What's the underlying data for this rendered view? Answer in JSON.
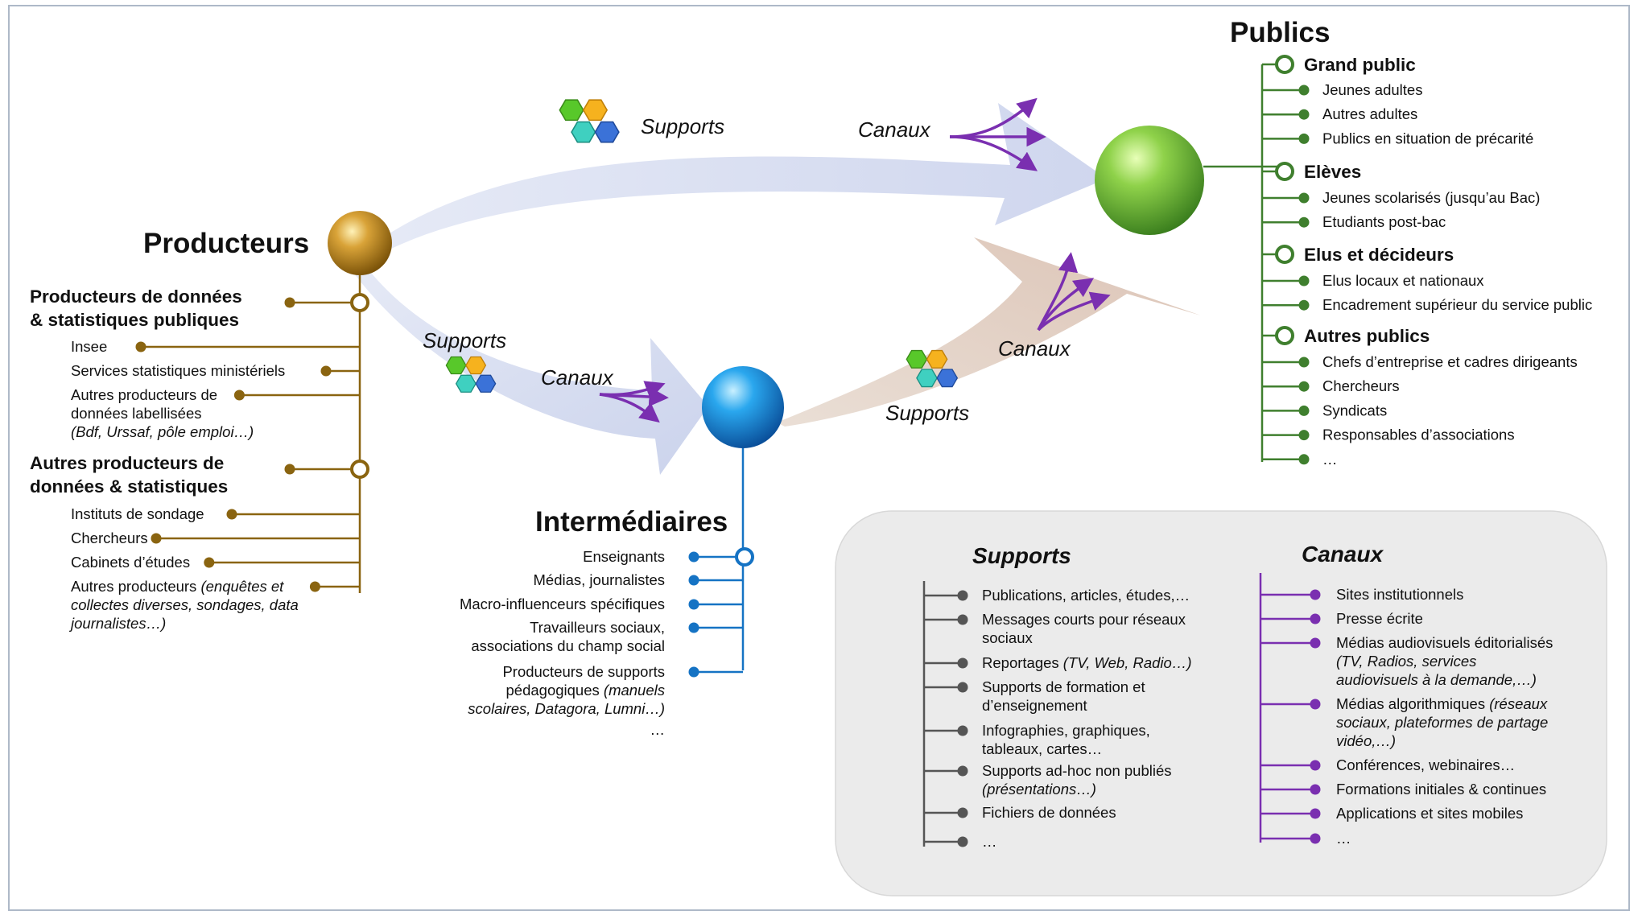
{
  "colors": {
    "producer": "#8a6410",
    "intermediary": "#1573c4",
    "public": "#3f7f2e",
    "canaux": "#7a2fb0",
    "supports_line": "#555555",
    "legend_bg": "#ebebeb",
    "arrow_blue": "#d9dff0",
    "arrow_beige": "#e6d6cc"
  },
  "producteurs": {
    "title": "Producteurs",
    "groups": [
      {
        "title_lines": [
          "Producteurs de données",
          "& statistiques publiques"
        ],
        "items": [
          {
            "lines": [
              [
                {
                  "t": "Insee",
                  "i": false
                }
              ]
            ]
          },
          {
            "lines": [
              [
                {
                  "t": "Services statistiques ministériels",
                  "i": false
                }
              ]
            ]
          },
          {
            "lines": [
              [
                {
                  "t": "Autres producteurs de",
                  "i": false
                }
              ],
              [
                {
                  "t": "données labellisées",
                  "i": false
                }
              ],
              [
                {
                  "t": "(Bdf, Urssaf, pôle emploi…)",
                  "i": true
                }
              ]
            ]
          }
        ]
      },
      {
        "title_lines": [
          "Autres producteurs de",
          "données & statistiques"
        ],
        "items": [
          {
            "lines": [
              [
                {
                  "t": "Instituts de sondage",
                  "i": false
                }
              ]
            ]
          },
          {
            "lines": [
              [
                {
                  "t": "Chercheurs",
                  "i": false
                }
              ]
            ]
          },
          {
            "lines": [
              [
                {
                  "t": "Cabinets d’études",
                  "i": false
                }
              ]
            ]
          },
          {
            "lines": [
              [
                {
                  "t": "Autres producteurs ",
                  "i": false
                },
                {
                  "t": "(enquêtes et",
                  "i": true
                }
              ],
              [
                {
                  "t": "collectes diverses, sondages, data",
                  "i": true
                }
              ],
              [
                {
                  "t": "journalistes…)",
                  "i": true
                }
              ]
            ]
          }
        ]
      }
    ]
  },
  "intermediaires": {
    "title": "Intermédiaires",
    "items": [
      {
        "lines": [
          [
            {
              "t": "Enseignants",
              "i": false
            }
          ]
        ]
      },
      {
        "lines": [
          [
            {
              "t": "Médias, journalistes",
              "i": false
            }
          ]
        ]
      },
      {
        "lines": [
          [
            {
              "t": "Macro-influenceurs spécifiques",
              "i": false
            }
          ]
        ]
      },
      {
        "lines": [
          [
            {
              "t": "Travailleurs sociaux,",
              "i": false
            }
          ],
          [
            {
              "t": "associations du champ social",
              "i": false
            }
          ]
        ]
      },
      {
        "lines": [
          [
            {
              "t": "Producteurs de supports",
              "i": false
            }
          ],
          [
            {
              "t": "pédagogiques ",
              "i": false
            },
            {
              "t": "(manuels",
              "i": true
            }
          ],
          [
            {
              "t": "scolaires, Datagora, Lumni…)",
              "i": true
            }
          ]
        ]
      }
    ],
    "ellipsis": "…"
  },
  "publics": {
    "title": "Publics",
    "groups": [
      {
        "title": "Grand public",
        "items": [
          "Jeunes adultes",
          "Autres adultes",
          "Publics en situation de précarité"
        ]
      },
      {
        "title": "Elèves",
        "items": [
          "Jeunes scolarisés (jusqu’au Bac)",
          "Etudiants post-bac"
        ]
      },
      {
        "title": "Elus et décideurs",
        "items": [
          "Elus locaux et nationaux",
          "Encadrement supérieur du service public"
        ]
      },
      {
        "title": "Autres publics",
        "items": [
          "Chefs d’entreprise et cadres dirigeants",
          "Chercheurs",
          "Syndicats",
          "Responsables d’associations",
          "…"
        ]
      }
    ]
  },
  "flow_labels": {
    "top_supports": "Supports",
    "top_canaux": "Canaux",
    "left_supports": "Supports",
    "left_canaux": "Canaux",
    "right_canaux": "Canaux",
    "right_supports": "Supports"
  },
  "legend": {
    "supports": {
      "title": "Supports",
      "items": [
        {
          "lines": [
            [
              {
                "t": "Publications, articles, études,…",
                "i": false
              }
            ]
          ]
        },
        {
          "lines": [
            [
              {
                "t": "Messages courts pour réseaux",
                "i": false
              }
            ],
            [
              {
                "t": "sociaux",
                "i": false
              }
            ]
          ]
        },
        {
          "lines": [
            [
              {
                "t": "Reportages ",
                "i": false
              },
              {
                "t": "(TV, Web, Radio…)",
                "i": true
              }
            ]
          ]
        },
        {
          "lines": [
            [
              {
                "t": "Supports de formation et",
                "i": false
              }
            ],
            [
              {
                "t": "d’enseignement",
                "i": false
              }
            ]
          ]
        },
        {
          "lines": [
            [
              {
                "t": "Infographies, graphiques,",
                "i": false
              }
            ],
            [
              {
                "t": "tableaux, cartes…",
                "i": false
              }
            ]
          ]
        },
        {
          "lines": [
            [
              {
                "t": "Supports ad-hoc non publiés",
                "i": false
              }
            ],
            [
              {
                "t": "(présentations…)",
                "i": true
              }
            ]
          ]
        },
        {
          "lines": [
            [
              {
                "t": "Fichiers de données",
                "i": false
              }
            ]
          ]
        },
        {
          "lines": [
            [
              {
                "t": "…",
                "i": false
              }
            ]
          ]
        }
      ]
    },
    "canaux": {
      "title": "Canaux",
      "items": [
        {
          "lines": [
            [
              {
                "t": "Sites institutionnels",
                "i": false
              }
            ]
          ]
        },
        {
          "lines": [
            [
              {
                "t": "Presse écrite",
                "i": false
              }
            ]
          ]
        },
        {
          "lines": [
            [
              {
                "t": "Médias audiovisuels éditorialisés",
                "i": false
              }
            ],
            [
              {
                "t": "(TV, Radios, services",
                "i": true
              }
            ],
            [
              {
                "t": "audiovisuels à la demande,…)",
                "i": true
              }
            ]
          ]
        },
        {
          "lines": [
            [
              {
                "t": "Médias algorithmiques ",
                "i": false
              },
              {
                "t": "(réseaux",
                "i": true
              }
            ],
            [
              {
                "t": "sociaux, plateformes de partage",
                "i": true
              }
            ],
            [
              {
                "t": "vidéo,…)",
                "i": true
              }
            ]
          ]
        },
        {
          "lines": [
            [
              {
                "t": "Conférences, webinaires…",
                "i": false
              }
            ]
          ]
        },
        {
          "lines": [
            [
              {
                "t": "Formations initiales & continues",
                "i": false
              }
            ]
          ]
        },
        {
          "lines": [
            [
              {
                "t": "Applications et sites mobiles",
                "i": false
              }
            ]
          ]
        },
        {
          "lines": [
            [
              {
                "t": "…",
                "i": false
              }
            ]
          ]
        }
      ]
    }
  }
}
